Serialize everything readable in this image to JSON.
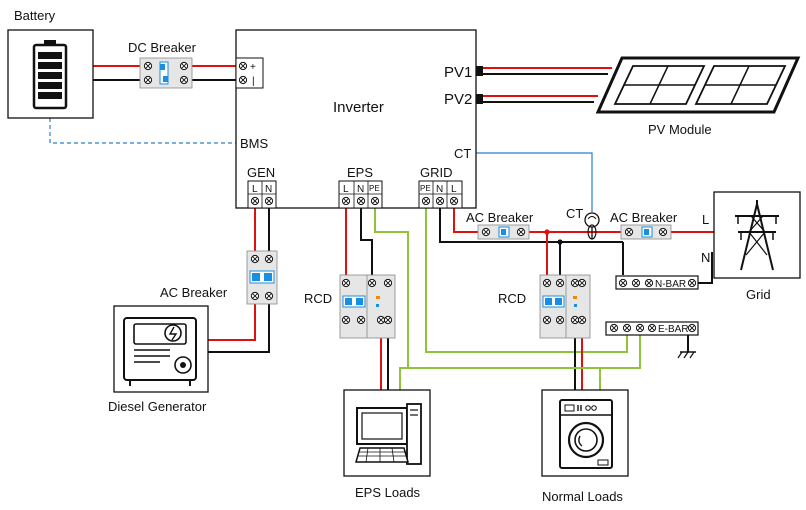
{
  "labels": {
    "battery": "Battery",
    "dc_breaker": "DC Breaker",
    "inverter": "Inverter",
    "pv1": "PV1",
    "pv2": "PV2",
    "pv_module": "PV Module",
    "bms": "BMS",
    "ct_inverter": "CT",
    "gen": "GEN",
    "eps": "EPS",
    "grid_port": "GRID",
    "ac_breaker_gen": "AC Breaker",
    "ac_breaker_grid_left": "AC Breaker",
    "ac_breaker_grid_right": "AC Breaker",
    "ct_clamp": "CT",
    "line_l": "L",
    "line_n": "N",
    "grid": "Grid",
    "rcd_eps": "RCD",
    "rcd_normal": "RCD",
    "n_bar": "N-BAR",
    "e_bar": "E-BAR",
    "diesel_generator": "Diesel Generator",
    "eps_loads": "EPS Loads",
    "normal_loads": "Normal Loads",
    "dc_plus": "+",
    "dc_minus": "|"
  },
  "terminals": {
    "gen": [
      "L",
      "N"
    ],
    "eps": [
      "L",
      "N",
      "PE"
    ],
    "grid": [
      "PE",
      "N",
      "L"
    ]
  },
  "colors": {
    "live": "#e01010",
    "neutral": "#111111",
    "earth": "#8fc43a",
    "signal": "#2a7fd0",
    "breaker_accent": "#1a8fe0",
    "fault_indicator": "#f08a00"
  },
  "icons": {
    "battery": "battery-icon",
    "pv_module": "solar-panel-icon",
    "grid": "transmission-tower-icon",
    "generator": "generator-icon",
    "eps_loads": "computer-icon",
    "normal_loads": "washing-machine-icon",
    "ground": "ground-icon",
    "ct": "current-transformer-icon"
  }
}
